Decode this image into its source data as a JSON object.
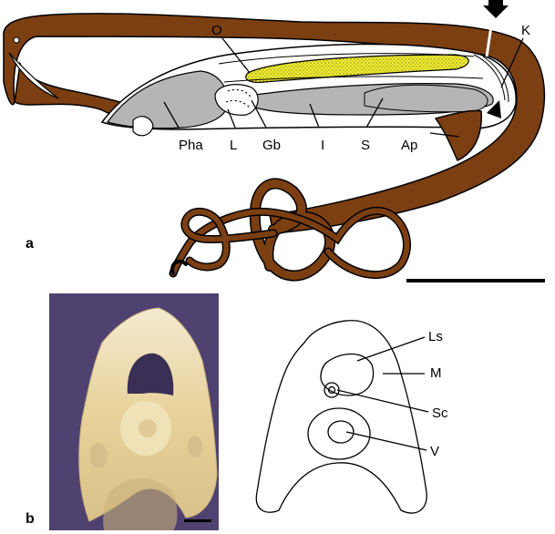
{
  "panel_a": {
    "letter": "a",
    "labels": {
      "O": "O",
      "K": "K",
      "Pha": "Pha",
      "L": "L",
      "Gb": "Gb",
      "I": "I",
      "S": "S",
      "Ap": "Ap"
    }
  },
  "panel_b": {
    "letter": "b",
    "labels": {
      "Ls": "Ls",
      "M": "M",
      "Sc": "Sc",
      "V": "V"
    }
  },
  "colors": {
    "body": "#7b3f12",
    "organ_gray": "#b5b5b5",
    "ovary_yellow": "#f2ee2a",
    "photo_bg": "#5a4a78",
    "tissue": "#e9d9a8"
  }
}
